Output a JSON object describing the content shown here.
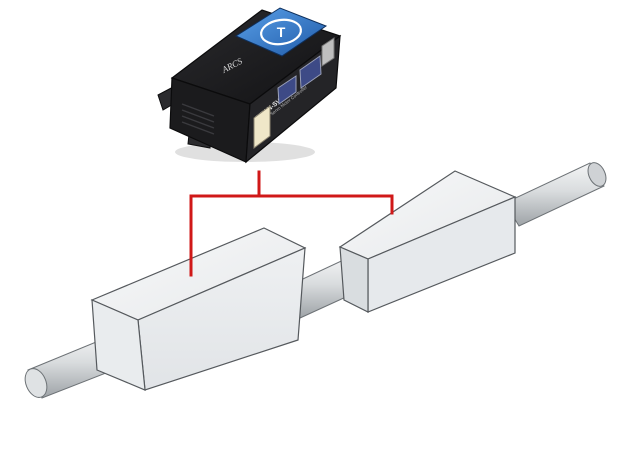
{
  "controller": {
    "brand": "ARCS",
    "model": "TITAN-SVX-ETH",
    "subtitle": "Universal Servo Motor Controller",
    "logo_letter": "T"
  },
  "colors": {
    "connector_wire": "#d01818",
    "device_body": "#1b1b1d",
    "screen_blue": "#2f73c6",
    "block_face": "#f1f3f5",
    "rod": "#d7dadc"
  }
}
